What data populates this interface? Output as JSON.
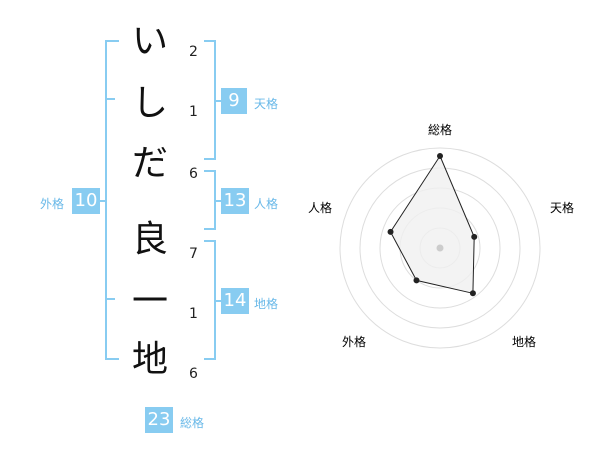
{
  "characters": [
    {
      "char": "い",
      "strokes": "2"
    },
    {
      "char": "し",
      "strokes": "1"
    },
    {
      "char": "だ",
      "strokes": "6"
    },
    {
      "char": "良",
      "strokes": "7"
    },
    {
      "char": "一",
      "strokes": "1"
    },
    {
      "char": "地",
      "strokes": "6"
    }
  ],
  "fortunes": {
    "tenkaku": {
      "label": "天格",
      "value": "9"
    },
    "jinkaku": {
      "label": "人格",
      "value": "13"
    },
    "chikaku": {
      "label": "地格",
      "value": "14"
    },
    "gaikaku": {
      "label": "外格",
      "value": "10"
    },
    "soukaku": {
      "label": "総格",
      "value": "23"
    }
  },
  "radar": {
    "axes": [
      "総格",
      "天格",
      "地格",
      "外格",
      "人格"
    ],
    "values": [
      23,
      9,
      14,
      10,
      13
    ],
    "colors": {
      "ring": "#dddddd",
      "fill": "#f0f0f0",
      "line": "#222222",
      "center": "#cccccc"
    }
  }
}
